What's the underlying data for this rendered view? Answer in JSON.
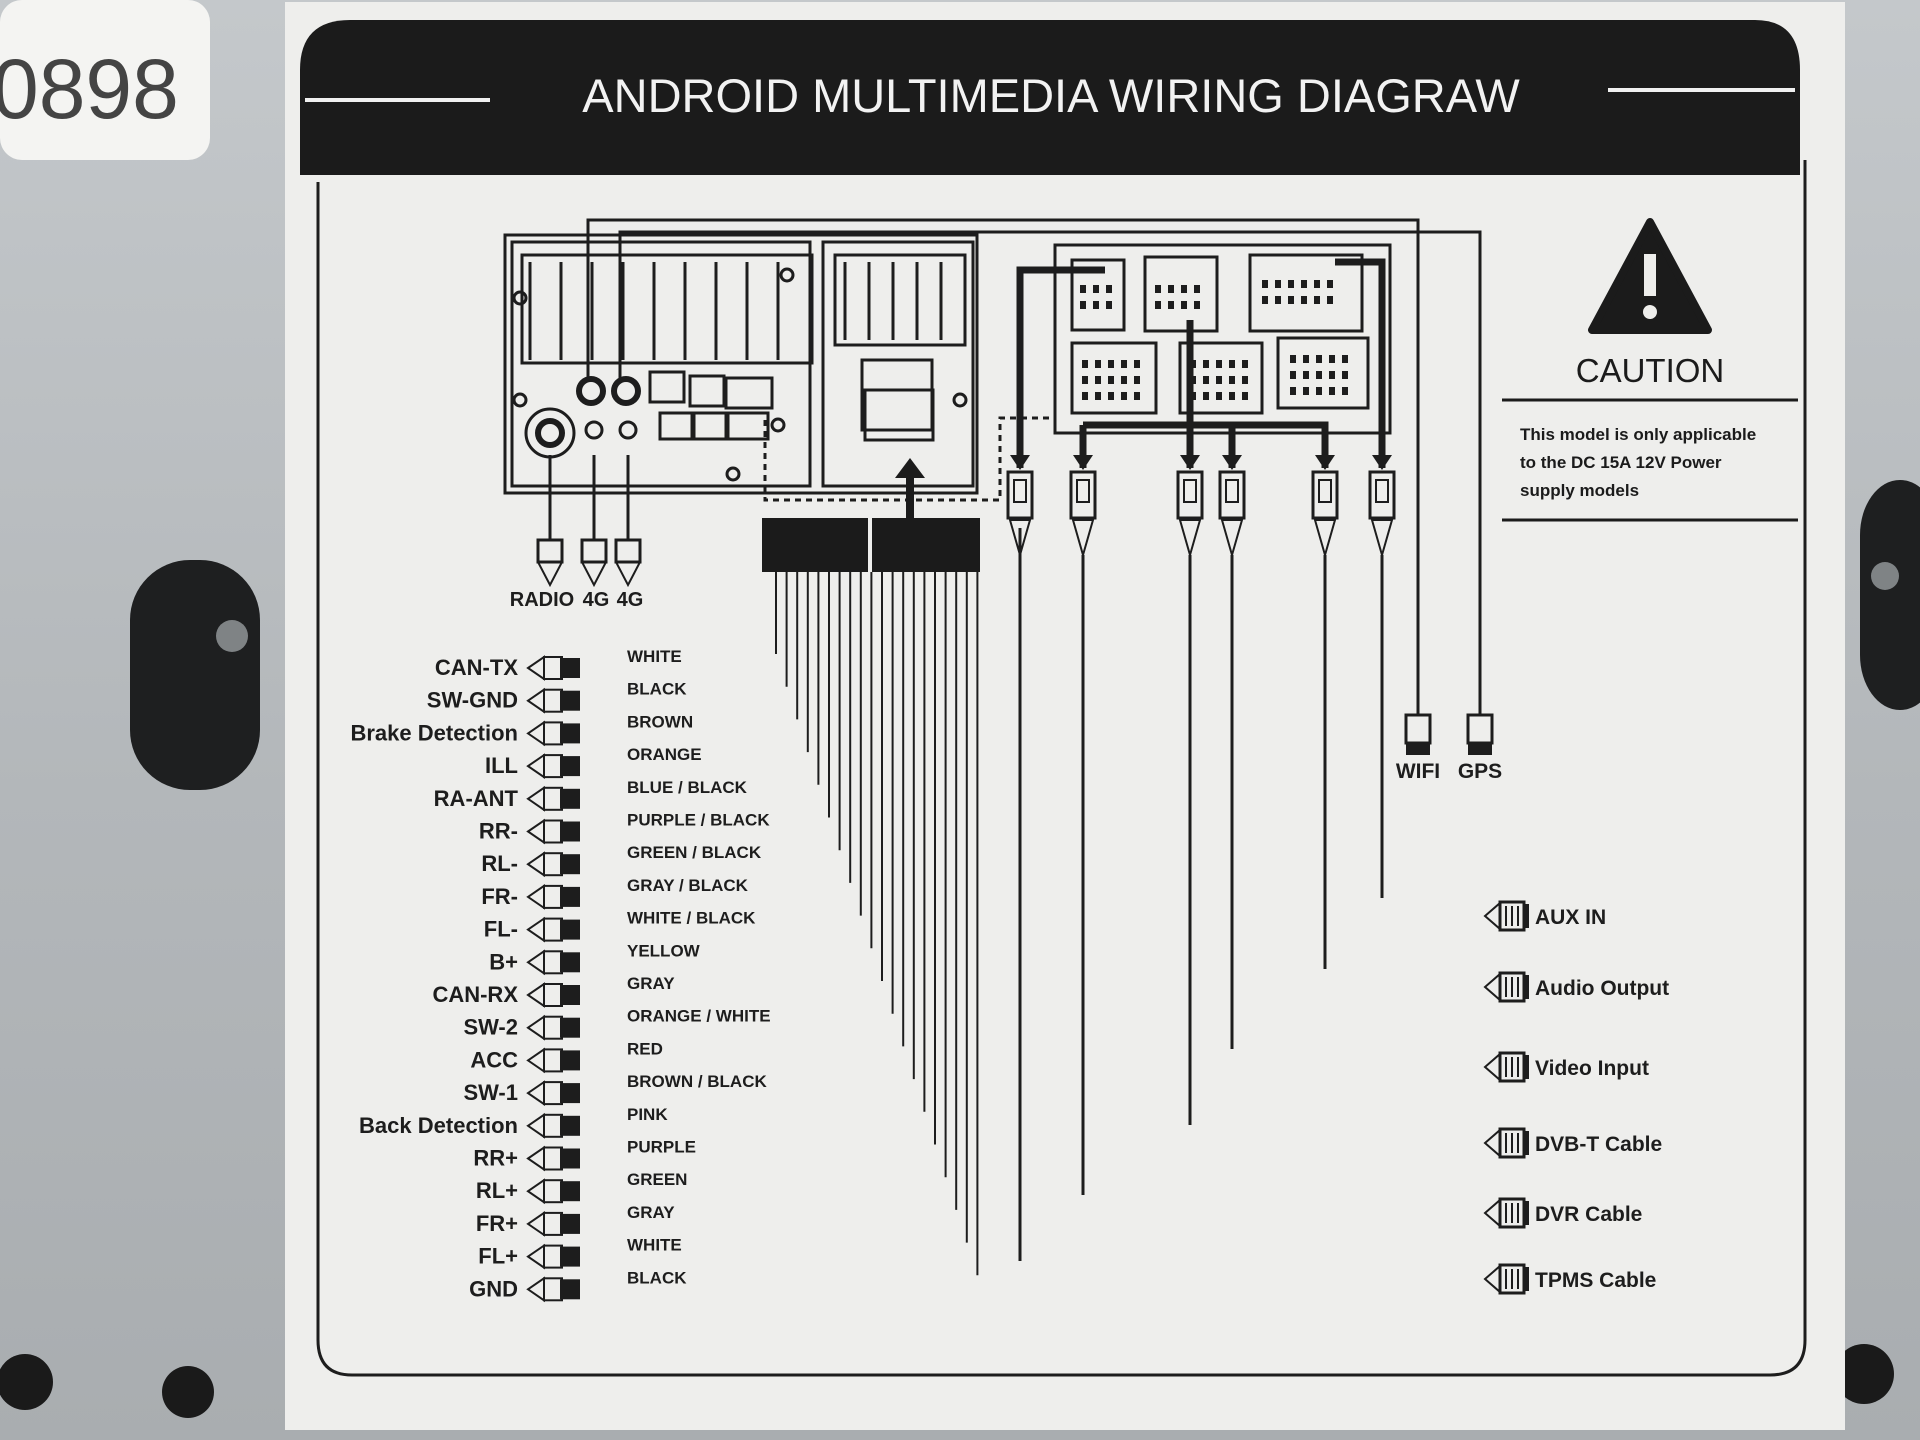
{
  "sticker_number": "0898",
  "title": "ANDROID MULTIMEDIA WIRING DIAGRAW",
  "caution": {
    "heading": "CAUTION",
    "lines": [
      "This model is only applicable",
      "to the DC 15A 12V Power",
      "supply models"
    ]
  },
  "antenna_labels": [
    "RADIO",
    "4G",
    "4G"
  ],
  "top_right_labels": [
    "WIFI",
    "GPS"
  ],
  "harness": {
    "functions": [
      "CAN-TX",
      "SW-GND",
      "Brake Detection",
      "ILL",
      "RA-ANT",
      "RR-",
      "RL-",
      "FR-",
      "FL-",
      "B+",
      "CAN-RX",
      "SW-2",
      "ACC",
      "SW-1",
      "Back Detection",
      "RR+",
      "RL+",
      "FR+",
      "FL+",
      "GND"
    ],
    "colors": [
      "WHITE",
      "BLACK",
      "BROWN",
      "ORANGE",
      "BLUE / BLACK",
      "PURPLE / BLACK",
      "GREEN / BLACK",
      "GRAY / BLACK",
      "WHITE / BLACK",
      "YELLOW",
      "GRAY",
      "ORANGE / WHITE",
      "RED",
      "BROWN / BLACK",
      "PINK",
      "PURPLE",
      "GREEN",
      "GRAY",
      "WHITE",
      "BLACK"
    ]
  },
  "right_cables": [
    "AUX IN",
    "Audio Output",
    "Video Input",
    "DVB-T Cable",
    "DVR Cable",
    "TPMS Cable"
  ]
}
